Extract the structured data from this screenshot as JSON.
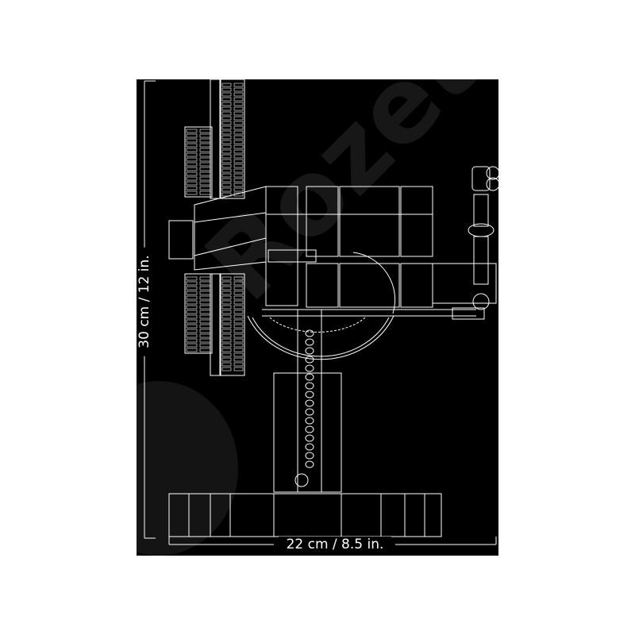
{
  "dimensions": {
    "height_label": "30 cm / 12 in.",
    "width_label": "22 cm / 8.5 in."
  },
  "watermark": {
    "text": "Rozetka"
  },
  "colors": {
    "background": "#000000",
    "line": "#ffffff"
  }
}
